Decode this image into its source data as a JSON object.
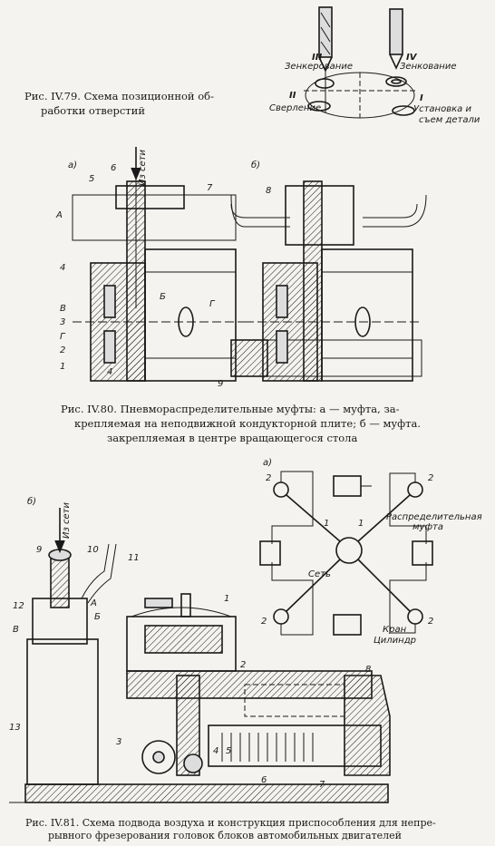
{
  "fig79": {
    "caption_line1": "Рис. IV.79. Схема позиционной об-",
    "caption_line2": "работки отверстий",
    "pos_III": "III",
    "pos_III_label": "Зенкерование",
    "pos_IV": "IV",
    "pos_IV_label": "Зенкование",
    "pos_II": "II",
    "pos_II_label": "Сверление",
    "pos_I": "I",
    "pos_I_label1": "Установка и",
    "pos_I_label2": "съем детали"
  },
  "fig80": {
    "sub_a": "а)",
    "sub_b": "б)",
    "from_net": "Из сети",
    "labels_a": [
      "6",
      "5",
      "7",
      "A",
      "4",
      "B",
      "Б",
      "3",
      "Г",
      "Г",
      "2",
      "1",
      "4"
    ],
    "label_8": "8",
    "label_9": "9",
    "caption_line1": "Рис. IV.80. Пневмораспределительные муфты: а — муфта, за-",
    "caption_line2": "крепляемая на неподвижной кондукторной плите; б — муфта.",
    "caption_line3": "закрепляемая в центре вращающегося стола"
  },
  "fig81": {
    "sub_a": "а)",
    "sub_b": "б)",
    "from_net": "Из сети",
    "dist_label1": "Распределительная",
    "dist_label2": "муфта",
    "net_label": "Сеть",
    "valve_label": "Кран",
    "cyl_label": "Цилиндр",
    "labels_b": [
      "9",
      "10",
      "11",
      "A",
      "Б",
      "12",
      "B",
      "13",
      "1",
      "2",
      "3",
      "4",
      "5",
      "6",
      "7",
      "8"
    ],
    "labels_a": [
      "2",
      "2",
      "2",
      "2",
      "1",
      "1"
    ],
    "caption_line1": "Рис. IV.81. Схема подвода воздуха и конструкция приспособления для непре-",
    "caption_line2": "рывного фрезерования головок блоков автомобильных двигателей"
  }
}
